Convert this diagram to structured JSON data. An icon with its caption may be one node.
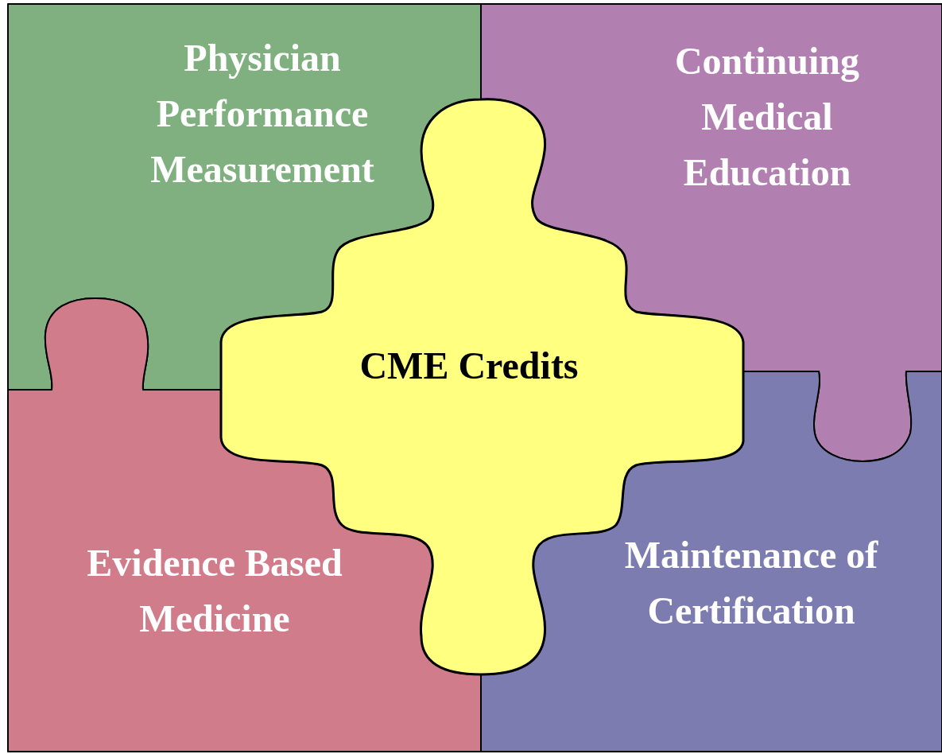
{
  "diagram": {
    "nodes": [
      {
        "text": [
          "Physician Performance Measurement"
        ]
      },
      {
        "text": [
          "Continuing Medical Education"
        ]
      },
      {
        "text": [
          "CME Credits"
        ]
      },
      {
        "text": [
          "Evidence Based Medicine"
        ]
      },
      {
        "text": [
          "Maintenance of Certification"
        ]
      }
    ]
  }
}
